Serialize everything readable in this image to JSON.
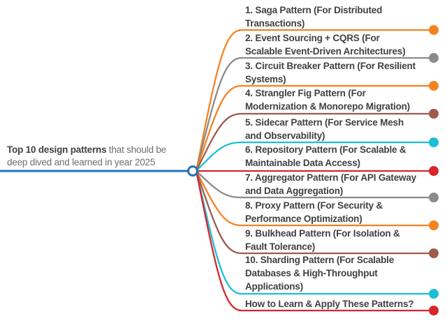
{
  "root": {
    "title_bold": "Top 10 design patterns",
    "title_rest": " that should be",
    "title_line2": "deep dived and learned in year 2025"
  },
  "palette": {
    "blue": "#2272B8",
    "orange": "#F5821F",
    "gray": "#8B8B8B",
    "brown": "#9E5B4B",
    "cyan": "#1BBFD5",
    "red": "#D9252C",
    "label_text": "#414042",
    "root_text": "#6B6D70"
  },
  "branches": [
    {
      "color": "#F5821F",
      "lines": [
        "1. Saga Pattern (For Distributed",
        "Transactions)"
      ]
    },
    {
      "color": "#8B8B8B",
      "lines": [
        "2. Event Sourcing + CQRS (For",
        "Scalable Event-Driven Architectures)"
      ]
    },
    {
      "color": "#F5821F",
      "lines": [
        "3. Circuit Breaker Pattern (For Resilient",
        "Systems)"
      ]
    },
    {
      "color": "#9E5B4B",
      "lines": [
        "4. Strangler Fig Pattern (For",
        "Modernization & Monorepo Migration)"
      ]
    },
    {
      "color": "#1BBFD5",
      "lines": [
        "5. Sidecar Pattern (For Service Mesh",
        "and Observability)"
      ]
    },
    {
      "color": "#D9252C",
      "lines": [
        "6. Repository Pattern (For Scalable &",
        "Maintainable Data Access)"
      ]
    },
    {
      "color": "#8B8B8B",
      "lines": [
        "7. Aggregator Pattern (For API Gateway",
        "and Data Aggregation)"
      ]
    },
    {
      "color": "#F5821F",
      "lines": [
        "8. Proxy Pattern (For Security &",
        "Performance Optimization)"
      ]
    },
    {
      "color": "#9E5B4B",
      "lines": [
        "9. Bulkhead Pattern (For Isolation &",
        "Fault Tolerance)"
      ]
    },
    {
      "color": "#1BBFD5",
      "lines": [
        "10. Sharding Pattern (For Scalable",
        "Databases & High-Throughput",
        "Applications)"
      ]
    },
    {
      "color": "#D9252C",
      "lines": [
        "How to Learn & Apply These Patterns?"
      ]
    }
  ]
}
